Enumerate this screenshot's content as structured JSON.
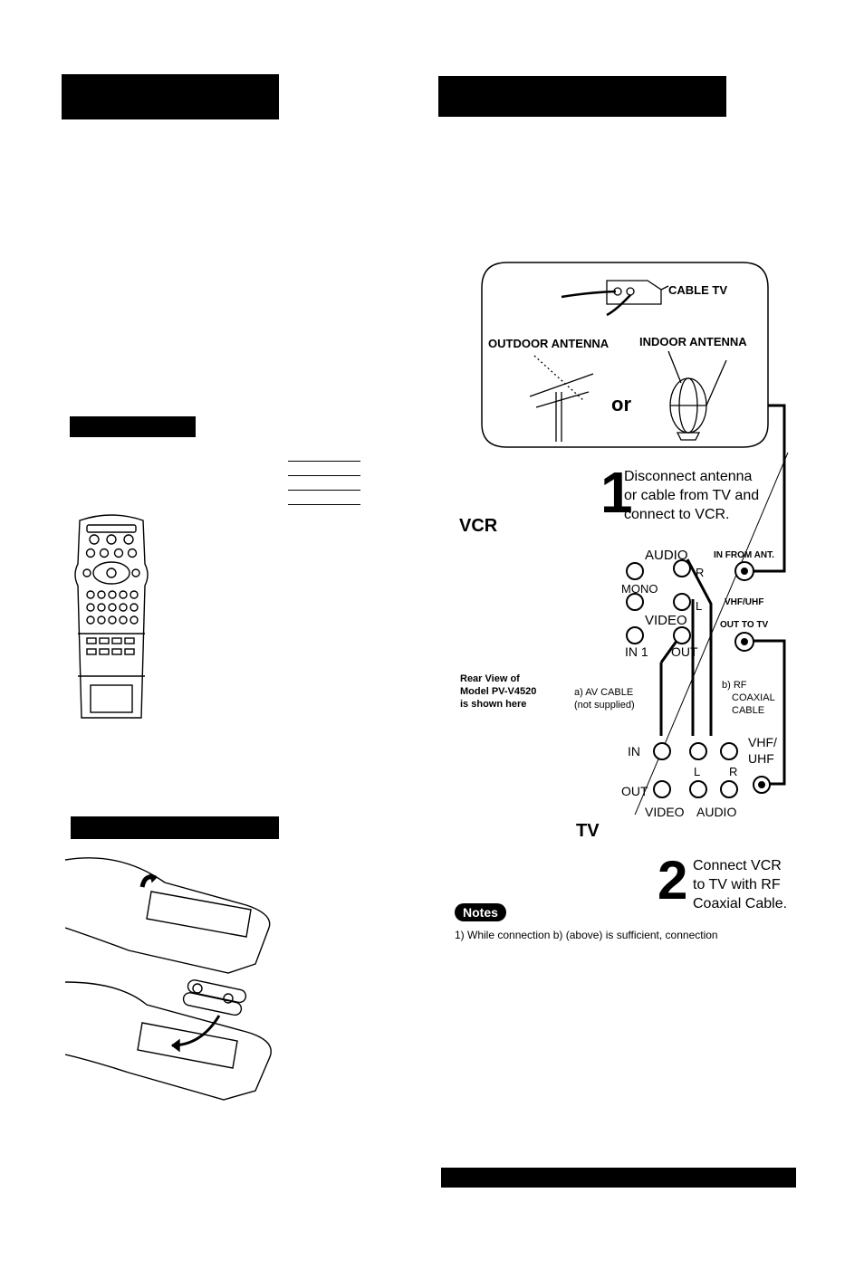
{
  "diagram": {
    "cable_tv": "CABLE TV",
    "outdoor_antenna": "OUTDOOR ANTENNA",
    "indoor_antenna": "INDOOR ANTENNA",
    "or": "or",
    "vcr": "VCR",
    "tv": "TV",
    "audio": "AUDIO",
    "r": "R",
    "l": "L",
    "mono": "MONO",
    "video": "VIDEO",
    "in1": "IN 1",
    "out": "OUT",
    "in_from_ant": "IN FROM ANT.",
    "vhf_uhf": "VHF/UHF",
    "out_to_tv": "OUT TO TV",
    "rear_view": [
      "Rear View of",
      "Model PV-V4520",
      "is shown here"
    ],
    "av_cable": [
      "a) AV CABLE",
      "(not supplied)"
    ],
    "rf_cable": [
      "b) RF",
      "COAXIAL",
      "CABLE"
    ],
    "tv_in": "IN",
    "tv_l": "L",
    "tv_r": "R",
    "tv_vhf": [
      "VHF/",
      "UHF"
    ],
    "tv_out": "OUT",
    "tv_video": "VIDEO",
    "tv_audio": "AUDIO"
  },
  "steps": [
    {
      "number": "1",
      "lines": [
        "Disconnect antenna",
        "or cable from TV and",
        "connect to VCR."
      ]
    },
    {
      "number": "2",
      "lines": [
        "Connect VCR",
        "to TV with RF",
        "Coaxial Cable."
      ]
    }
  ],
  "notes": {
    "badge": "Notes",
    "text": "1) While connection b) (above) is sufficient, connection"
  }
}
